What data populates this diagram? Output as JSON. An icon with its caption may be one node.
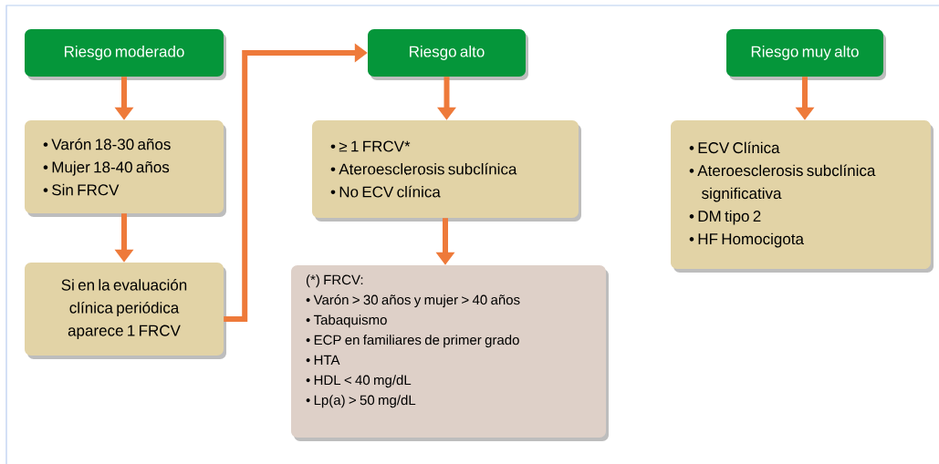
{
  "diagram": {
    "nodes": [
      {
        "text": [
          "Riesgo moderado"
        ]
      },
      {
        "text": [
          "• Varón 18-30 años",
          "• Mujer 18-40 años",
          "• Sin FRCV"
        ]
      },
      {
        "text": [
          "Si en la evaluación clínica periódica aparece 1 FRCV"
        ]
      },
      {
        "text": [
          "Riesgo alto"
        ]
      },
      {
        "text": [
          "• ≥ 1 FRCV*",
          "• Ateroesclerosis subclínica",
          "• No ECV clínica"
        ]
      },
      {
        "text": [
          "(*) FRCV:",
          "• Varón > 30 años y mujer > 40 años",
          "• Tabaquismo",
          "• ECP en familiares de primer grado",
          "• HTA",
          "• HDL < 40 mg/dL",
          "• Lp(a) > 50 mg/dL"
        ]
      },
      {
        "text": [
          "Riesgo muy alto"
        ]
      },
      {
        "text": [
          "• ECV Clínica",
          "• Ateroesclerosis subclínica significativa",
          "• DM tipo 2",
          "• HF Homocigota"
        ]
      }
    ],
    "edges": [
      {
        "from": 0,
        "to": 1,
        "arrow": "to"
      },
      {
        "from": 1,
        "to": 2,
        "arrow": "to"
      },
      {
        "from": 2,
        "to": 3,
        "arrow": "to"
      },
      {
        "from": 3,
        "to": 4,
        "arrow": "to"
      },
      {
        "from": 4,
        "to": 5,
        "arrow": "to"
      },
      {
        "from": 6,
        "to": 7,
        "arrow": "to"
      }
    ]
  }
}
